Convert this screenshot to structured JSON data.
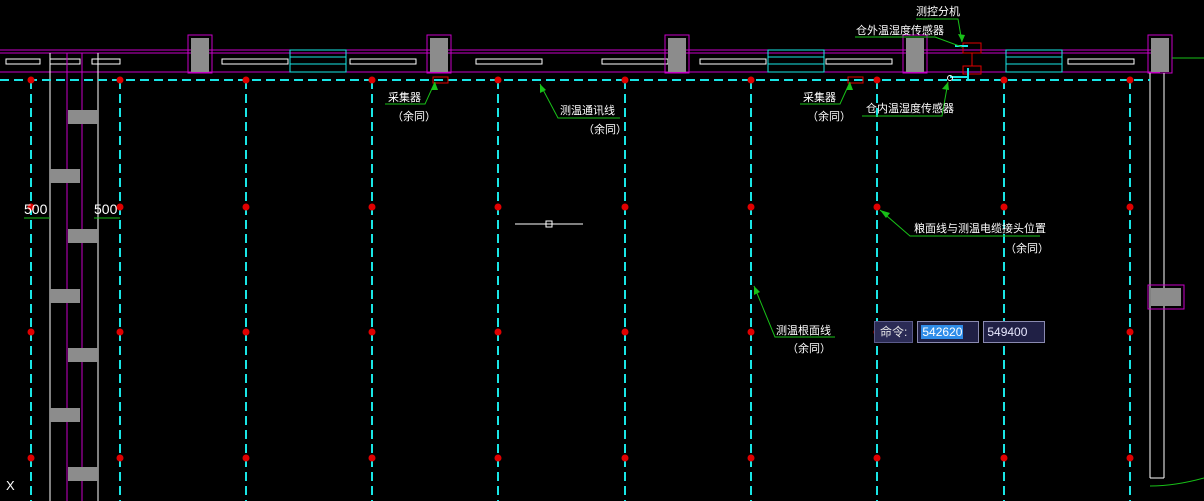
{
  "annotations": {
    "measure_control_unit": "测控分机",
    "outside_sensor": "仓外温湿度传感器",
    "collector_1": "采集器",
    "collector_1_note": "（余同）",
    "comm_line": "测温通讯线",
    "comm_line_note": "（余同）",
    "collector_2": "采集器",
    "collector_2_note": "（余同）",
    "inside_sensor": "仓内温湿度传感器",
    "joint_position": "粮面线与测温电缆接头位置",
    "joint_position_note": "（余同）",
    "root_line": "测温根面线",
    "root_line_note": "（余同）"
  },
  "dimensions": {
    "dim_left": "500",
    "dim_right": "500"
  },
  "command_bar": {
    "label": "命令:",
    "x_value": "542620",
    "y_value": "549400"
  },
  "ucs_label": "X",
  "colors": {
    "cyan": "#19e6e6",
    "magenta": "#c800c8",
    "red": "#e00000",
    "green": "#18c018",
    "gray": "#8c8c8c"
  }
}
